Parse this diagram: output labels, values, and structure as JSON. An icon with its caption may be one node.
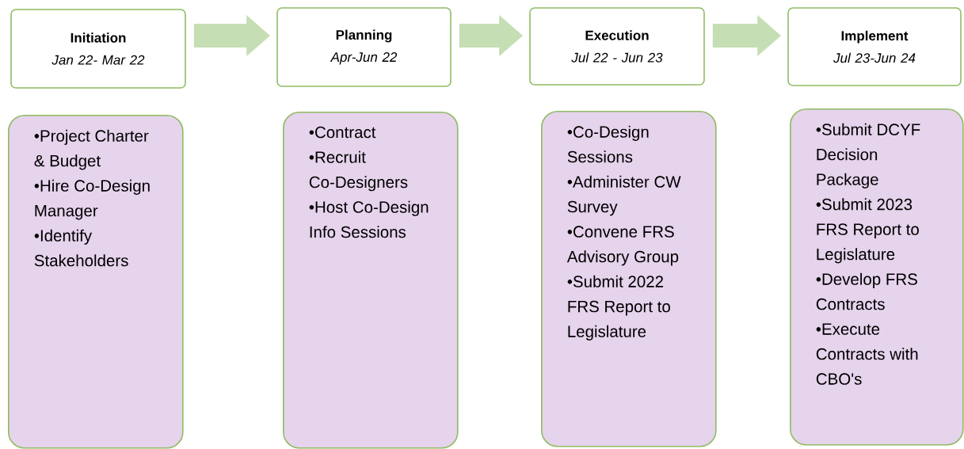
{
  "diagram": {
    "nodes": [
      {
        "text": [
          "Initiation",
          "Jan 22- Mar 22"
        ]
      },
      {
        "text": [
          "Planning",
          "Apr-Jun 22"
        ]
      },
      {
        "text": [
          "Execution",
          "Jul 22  - Jun 23"
        ]
      },
      {
        "text": [
          "Implement",
          "Jul 23-Jun 24"
        ]
      },
      {
        "text": [
          "•Project Charter & Budget",
          "•Hire Co-Design Manager",
          "•Identify Stakeholders"
        ]
      },
      {
        "text": [
          "•Contract",
          "•Recruit Co-Designers",
          "•Host Co-Design Info Sessions"
        ]
      },
      {
        "text": [
          "•Co-Design Sessions",
          "•Administer CW Survey",
          "•Convene FRS Advisory Group",
          "•Submit 2022 FRS Report to Legislature"
        ]
      },
      {
        "text": [
          "•Submit DCYF Decision Package",
          "•Submit 2023 FRS Report to Legislature",
          "•Develop FRS Contracts",
          "•Execute Contracts with CBO's"
        ]
      }
    ],
    "edges": [
      {
        "from": 0,
        "to": 1,
        "arrow": "to"
      },
      {
        "from": 1,
        "to": 2,
        "arrow": "to"
      },
      {
        "from": 2,
        "to": 3,
        "arrow": "to"
      }
    ]
  }
}
